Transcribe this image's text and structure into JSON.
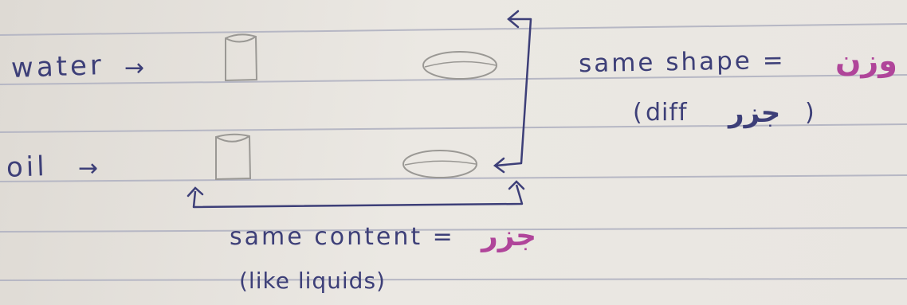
{
  "labels": {
    "water": "water",
    "oil": "oil",
    "arrow": "→"
  },
  "notes": {
    "same_shape": "same shape =",
    "same_shape_ar": "وزن",
    "diff_open": "(",
    "diff_text": "diff",
    "diff_ar": "جزر",
    "diff_close": ")",
    "same_content": "same content =",
    "same_content_ar": "جزر",
    "like_liquids": "(like liquids)"
  },
  "colors": {
    "ink": "#3d3f78",
    "arabic_ink": "#b0459a",
    "pencil": "#9a9894",
    "rule": "#b6b7c4"
  }
}
